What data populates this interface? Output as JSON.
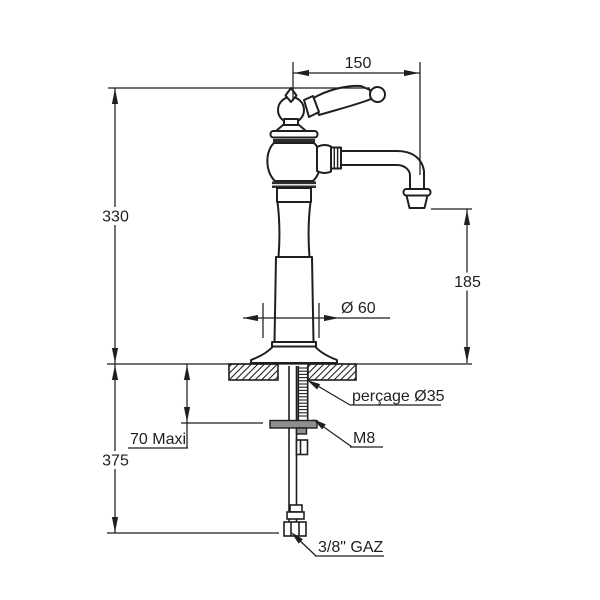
{
  "drawing": {
    "type": "technical-installation-drawing",
    "subject": "single-hole tall basin mixer tap with lever handle",
    "colors": {
      "background": "#ffffff",
      "line": "#1f1f1f",
      "clamp_fill": "#8e8e8e"
    },
    "labels": {
      "dim_150": "150",
      "dim_330": "330",
      "dim_185": "185",
      "dim_60": "Ø 60",
      "dim_375": "375",
      "dim_70": "70 Maxi",
      "hole_note": "perçage Ø35",
      "stud_note": "M8",
      "connection_note": "3/8\" GAZ"
    }
  }
}
